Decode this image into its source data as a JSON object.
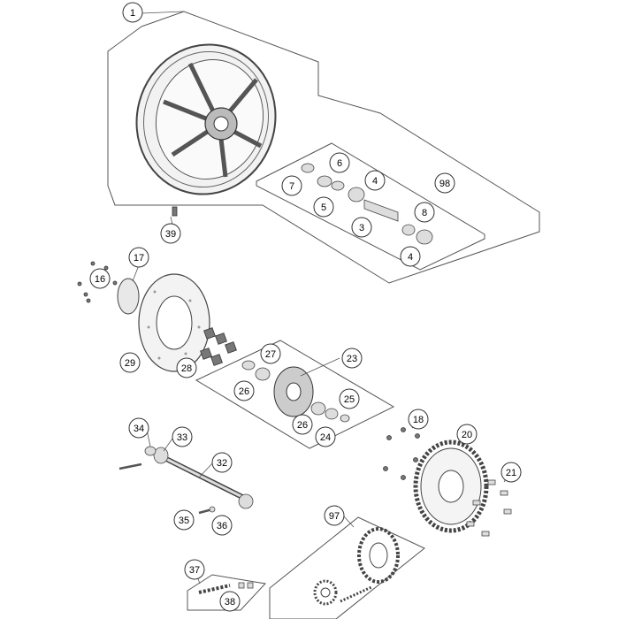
{
  "callouts": [
    {
      "id": "1",
      "label": "1"
    },
    {
      "id": "98",
      "label": "98"
    },
    {
      "id": "6",
      "label": "6"
    },
    {
      "id": "7",
      "label": "7"
    },
    {
      "id": "4a",
      "label": "4"
    },
    {
      "id": "5",
      "label": "5"
    },
    {
      "id": "8",
      "label": "8"
    },
    {
      "id": "3",
      "label": "3"
    },
    {
      "id": "4b",
      "label": "4"
    },
    {
      "id": "39",
      "label": "39"
    },
    {
      "id": "17",
      "label": "17"
    },
    {
      "id": "16",
      "label": "16"
    },
    {
      "id": "29",
      "label": "29"
    },
    {
      "id": "28",
      "label": "28"
    },
    {
      "id": "23",
      "label": "23"
    },
    {
      "id": "27",
      "label": "27"
    },
    {
      "id": "26a",
      "label": "26"
    },
    {
      "id": "25",
      "label": "25"
    },
    {
      "id": "26b",
      "label": "26"
    },
    {
      "id": "24",
      "label": "24"
    },
    {
      "id": "34",
      "label": "34"
    },
    {
      "id": "33",
      "label": "33"
    },
    {
      "id": "32",
      "label": "32"
    },
    {
      "id": "18",
      "label": "18"
    },
    {
      "id": "20",
      "label": "20"
    },
    {
      "id": "21",
      "label": "21"
    },
    {
      "id": "35",
      "label": "35"
    },
    {
      "id": "36",
      "label": "36"
    },
    {
      "id": "97",
      "label": "97"
    },
    {
      "id": "37",
      "label": "37"
    },
    {
      "id": "38",
      "label": "38"
    }
  ]
}
